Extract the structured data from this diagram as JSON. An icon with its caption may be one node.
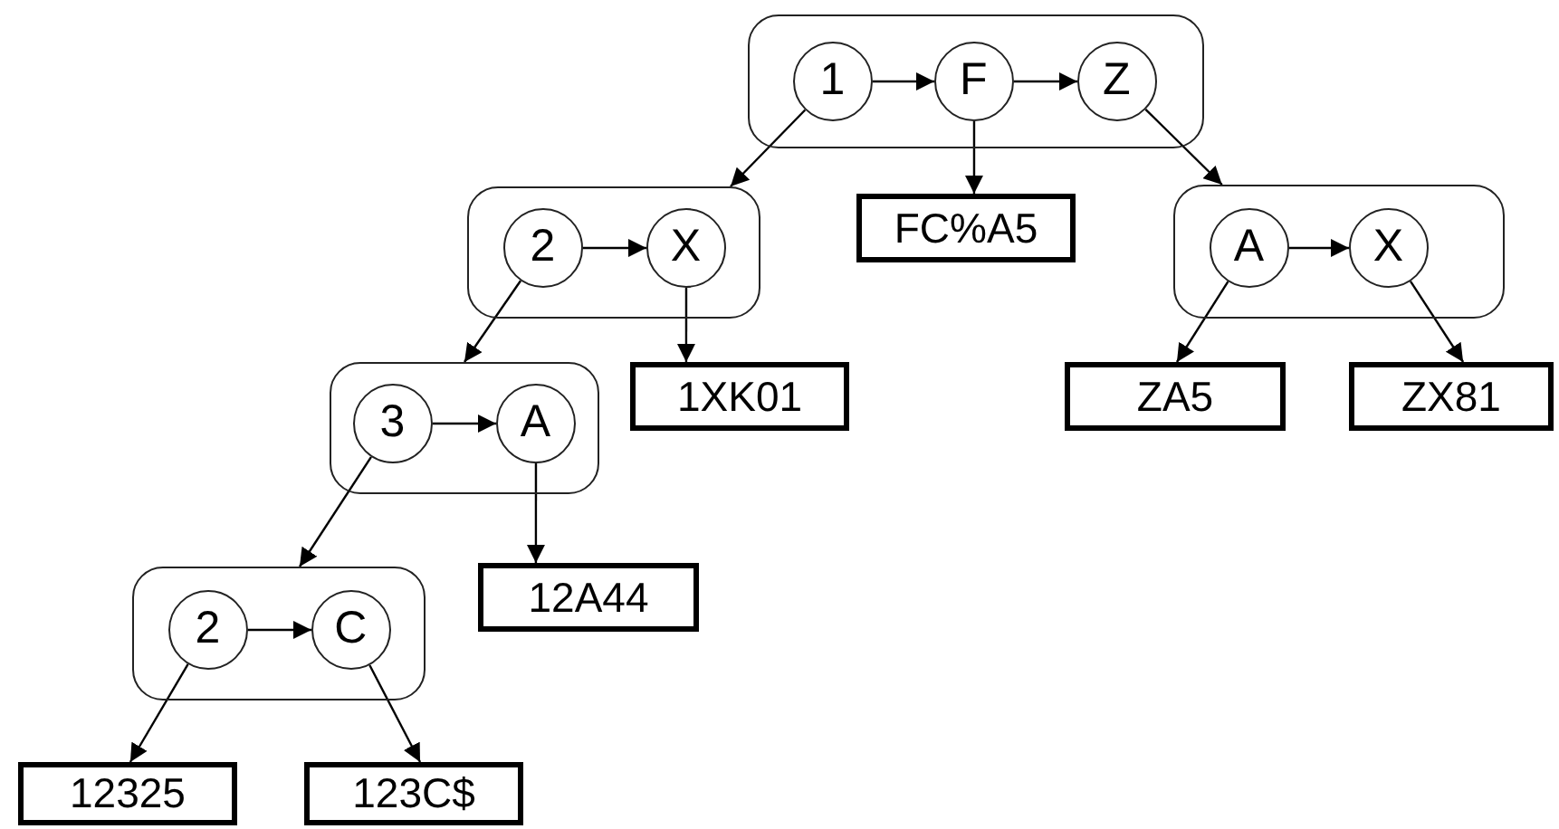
{
  "diagram": {
    "nodes": [
      {
        "text": [],
        "shape": "box"
      },
      {
        "text": [
          "1"
        ],
        "in": 0
      },
      {
        "text": [
          "F"
        ],
        "in": 0
      },
      {
        "text": [
          "Z"
        ],
        "in": 0
      },
      {
        "text": [],
        "shape": "box"
      },
      {
        "text": [
          "2"
        ],
        "in": 4
      },
      {
        "text": [
          "X"
        ],
        "in": 4
      },
      {
        "text": [
          "FC%A5"
        ]
      },
      {
        "text": [],
        "shape": "box"
      },
      {
        "text": [
          "A"
        ],
        "in": 8
      },
      {
        "text": [
          "X"
        ],
        "in": 8
      },
      {
        "text": [],
        "shape": "box"
      },
      {
        "text": [
          "3"
        ],
        "in": 11
      },
      {
        "text": [
          "A"
        ],
        "in": 11
      },
      {
        "text": [
          "1XK01"
        ]
      },
      {
        "text": [
          "ZA5"
        ]
      },
      {
        "text": [
          "ZX81"
        ]
      },
      {
        "text": [
          "12A44"
        ]
      },
      {
        "text": [],
        "shape": "box"
      },
      {
        "text": [
          "2"
        ],
        "in": 18
      },
      {
        "text": [
          "C"
        ],
        "in": 18
      },
      {
        "text": [
          "12325"
        ]
      },
      {
        "text": [
          "123C$"
        ]
      }
    ],
    "edges": [
      {
        "from": 1,
        "to": 2,
        "arrow": "to"
      },
      {
        "from": 2,
        "to": 3,
        "arrow": "to"
      },
      {
        "from": 1,
        "to": 4,
        "arrow": "to"
      },
      {
        "from": 2,
        "to": 7,
        "arrow": "to"
      },
      {
        "from": 3,
        "to": 8,
        "arrow": "to"
      },
      {
        "from": 5,
        "to": 6,
        "arrow": "to"
      },
      {
        "from": 6,
        "to": 14,
        "arrow": "to"
      },
      {
        "from": 5,
        "to": 11,
        "arrow": "to"
      },
      {
        "from": 9,
        "to": 10,
        "arrow": "to"
      },
      {
        "from": 9,
        "to": 15,
        "arrow": "to"
      },
      {
        "from": 10,
        "to": 16,
        "arrow": "to"
      },
      {
        "from": 12,
        "to": 13,
        "arrow": "to"
      },
      {
        "from": 13,
        "to": 17,
        "arrow": "to"
      },
      {
        "from": 12,
        "to": 18,
        "arrow": "to"
      },
      {
        "from": 19,
        "to": 20,
        "arrow": "to"
      },
      {
        "from": 19,
        "to": 21,
        "arrow": "to"
      },
      {
        "from": 20,
        "to": 22,
        "arrow": "to"
      }
    ]
  }
}
